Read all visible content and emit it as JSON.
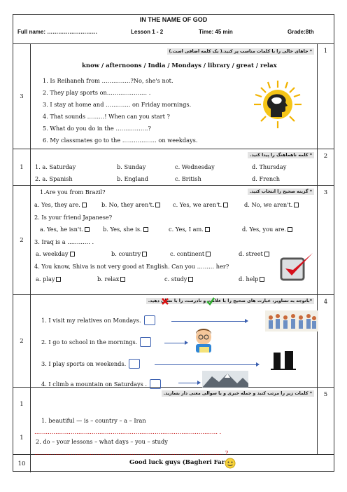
{
  "header": {
    "title": "IN THE NAME OF GOD",
    "full_name": "Full name: ………………………",
    "lesson": "Lesson 1 - 2",
    "time": "Time: 45 min",
    "grade": "Grade:8th"
  },
  "q1": {
    "num": "1",
    "score": "3",
    "instruction": "* جاهای خالی را با کلمات مناسب پر کنید.( یک کلمه اضافی است.)",
    "word_bank": "know / afternoons / India / Mondays / library / great / relax",
    "items": [
      "1.   Is Reihaneh from ……………?No, she's not.",
      "2.   They play sports on………………… .",
      "3.   I stay at home and …………. on Friday mornings.",
      "4.   That sounds ………! When can you start ?",
      "5.   What do you do in the ……………..?",
      "6.   My classmates go to the ……………… on weekdays."
    ]
  },
  "q2": {
    "num": "2",
    "score": "1",
    "instruction": "* کلمه ناهماهنگ را پیدا کنید.",
    "row1": [
      "1.    a. Saturday",
      "b. Sunday",
      "c. Wednesday",
      "d. Thursday"
    ],
    "row2": [
      "2.    a. Spanish",
      "b. England",
      "c. British",
      "d. French"
    ]
  },
  "q3": {
    "num": "3",
    "score": "2",
    "instruction": "* گزینه صحیح را انتخاب کنید.",
    "q1": "1.Are you from Brazil?",
    "q1_opts": [
      "a. Yes, they are.",
      "b. No, they aren't.",
      "c. Yes, we aren't.",
      "d. No, we aren't."
    ],
    "q2": "2. Is your friend Japanese?",
    "q2_opts": [
      "a. Yes, he isn't.",
      "b. Yes, she is.",
      "c. Yes, I am.",
      "d. Yes, you are."
    ],
    "q3": "3. Iraq is a ………… .",
    "q3_opts": [
      "a. weekday",
      "b. country",
      "c. continent",
      "d. street"
    ],
    "q4": "4. You know, Shiva is not very good at English. Can you ……… her?",
    "q4_opts": [
      "a. play",
      "b. relax",
      "c. study",
      "d. help"
    ]
  },
  "q4": {
    "num": "4",
    "score": "2",
    "instruction": "*باتوجه به تصاویر، عبارت های صحیح را با علامت و نادرست را با  نشان دهید.",
    "items": [
      "1.   I visit my relatives on Mondays.",
      "2.   I go to school in the mornings.",
      "3.   I play sports on weekends.",
      "4.   I climb a mountain on Saturdays ."
    ]
  },
  "q5": {
    "num": "5",
    "score1": "1",
    "score2": "1",
    "instruction": "* کلمات زیر را مرتب کنید و جمله خبری و یا سوالی معنی دار بسازید.",
    "s1": "1. beautiful — is – country – a – Iran",
    "s1_line": "…………………………………………………………………………………… .",
    "s2": "2. do – your lessons – what days – you – study",
    "s2_line": "……………………………………………………………………………………… ?"
  },
  "footer": {
    "score": "10",
    "text": "Good luck guys (Bagheri Fard)"
  },
  "colors": {
    "checkbox_blue": "#3a5fb0",
    "answer_dots": "#c00000",
    "instruction_bg": "#e4e4e4"
  }
}
